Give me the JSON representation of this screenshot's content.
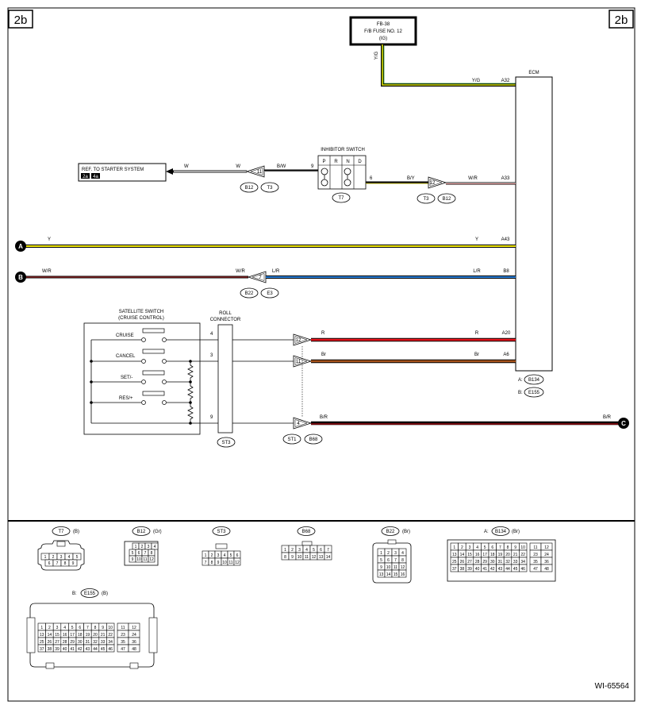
{
  "page": {
    "tag_left": "2b",
    "tag_right": "2b",
    "figure_id": "WI-65564"
  },
  "fuse": {
    "line1": "FB-38",
    "line2": "F/B FUSE NO. 12",
    "line3": "(IG)",
    "wire": "Y/G"
  },
  "ecm": {
    "title": "ECM",
    "pins": {
      "a32": {
        "color": "Y/G",
        "pin": "A32"
      },
      "a33": {
        "color": "W/R",
        "pin": "A33"
      },
      "a43": {
        "color": "Y",
        "pin": "A43"
      },
      "b8": {
        "color": "L/R",
        "pin": "B8"
      },
      "a20": {
        "color": "R",
        "pin": "A20"
      },
      "a6": {
        "color": "Br",
        "pin": "A6"
      }
    },
    "legend": {
      "a_label": "A:",
      "a_conn": "B134",
      "b_label": "B:",
      "b_conn": "E155"
    }
  },
  "starter": {
    "line1": "REF. TO STARTER SYSTEM",
    "tag1": "2a",
    "tag2": "4a",
    "wire_left": "W",
    "wire_mid": "W"
  },
  "inhibitor": {
    "title": "INHIBITOR SWITCH",
    "positions": [
      "P",
      "R",
      "N",
      "D"
    ],
    "pin_in": "9",
    "pin_out": "6",
    "wire_in": "B/W",
    "wire_out": "B/Y",
    "conn": "T7"
  },
  "connectors": {
    "c11": {
      "pin": "11",
      "conn_a": "B12",
      "conn_b": "T3"
    },
    "c12": {
      "pin": "12",
      "conn_a": "T3",
      "conn_b": "B12"
    },
    "c7": {
      "pin": "7",
      "conn_a": "B22",
      "conn_b": "E3"
    },
    "c12b": {
      "pin": "12"
    },
    "c11b": {
      "pin": "11"
    },
    "c4": {
      "pin": "4",
      "conn_a": "ST1",
      "conn_b": "B68"
    }
  },
  "wires": {
    "a": {
      "node": "A",
      "color": "Y"
    },
    "b": {
      "node": "B",
      "color_left": "W/R",
      "color_mid": "W/R",
      "color_right": "L/R"
    },
    "r": {
      "color": "R"
    },
    "br": {
      "color": "Br"
    },
    "c": {
      "node": "C",
      "color_left": "B/R",
      "color_right": "B/R"
    }
  },
  "satellite": {
    "title1": "SATELLITE SWITCH",
    "title2": "(CRUISE CONTROL)",
    "switches": [
      "CRUISE",
      "CANCEL",
      "SET/-",
      "RES/+"
    ],
    "pin4": "4",
    "pin3": "3",
    "pin9": "9"
  },
  "roll": {
    "line1": "ROLL",
    "line2": "CONNECTOR",
    "conn": "ST3"
  },
  "connector_views": {
    "t7": {
      "name": "T7",
      "color": "(B)",
      "row1": [
        "1",
        "2",
        "3",
        "4",
        "5"
      ],
      "row2": [
        "6",
        "7",
        "8",
        "9"
      ]
    },
    "b12": {
      "name": "B12",
      "color": "(Gr)",
      "row1": [
        "1",
        "2",
        "3",
        "4"
      ],
      "row2": [
        "5",
        "6",
        "7",
        "8"
      ],
      "row3": [
        "9",
        "10",
        "11",
        "12"
      ]
    },
    "st3": {
      "name": "ST3",
      "row1": [
        "1",
        "2",
        "3",
        "4",
        "5",
        "6"
      ],
      "row2": [
        "7",
        "8",
        "9",
        "10",
        "11",
        "12"
      ]
    },
    "b68": {
      "name": "B68",
      "row1": [
        "1",
        "2",
        "3",
        "4",
        "5",
        "6",
        "7"
      ],
      "row2": [
        "8",
        "9",
        "10",
        "11",
        "12",
        "13",
        "14"
      ]
    },
    "b22": {
      "name": "B22",
      "color": "(Br)",
      "rows": [
        [
          "1",
          "2",
          "3",
          "4"
        ],
        [
          "5",
          "6",
          "7",
          "8"
        ],
        [
          "9",
          "10",
          "11",
          "12"
        ],
        [
          "13",
          "14",
          "15",
          "16"
        ]
      ]
    },
    "b134": {
      "prefix": "A:",
      "name": "B134",
      "color": "(Br)",
      "rows": [
        [
          "1",
          "2",
          "3",
          "4",
          "5",
          "6",
          "7",
          "8",
          "9",
          "10"
        ],
        [
          "13",
          "14",
          "15",
          "16",
          "17",
          "18",
          "19",
          "20",
          "21",
          "22"
        ],
        [
          "25",
          "26",
          "27",
          "28",
          "29",
          "30",
          "31",
          "32",
          "33",
          "34"
        ],
        [
          "37",
          "38",
          "39",
          "40",
          "41",
          "42",
          "43",
          "44",
          "45",
          "46"
        ]
      ],
      "side": [
        [
          "11",
          "12"
        ],
        [
          "23",
          "24"
        ],
        [
          "35",
          "36"
        ],
        [
          "47",
          "48"
        ]
      ]
    },
    "e155": {
      "prefix": "B:",
      "name": "E155",
      "color": "(B)",
      "rows": [
        [
          "1",
          "2",
          "3",
          "4",
          "5",
          "6",
          "7",
          "8",
          "9",
          "10"
        ],
        [
          "13",
          "14",
          "15",
          "16",
          "17",
          "18",
          "19",
          "20",
          "21",
          "22"
        ],
        [
          "25",
          "26",
          "27",
          "28",
          "29",
          "30",
          "31",
          "32",
          "33",
          "34"
        ],
        [
          "37",
          "38",
          "39",
          "40",
          "41",
          "42",
          "43",
          "44",
          "45",
          "46"
        ]
      ],
      "side": [
        [
          "11",
          "12"
        ],
        [
          "23",
          "24"
        ],
        [
          "35",
          "36"
        ],
        [
          "47",
          "48"
        ]
      ]
    }
  }
}
